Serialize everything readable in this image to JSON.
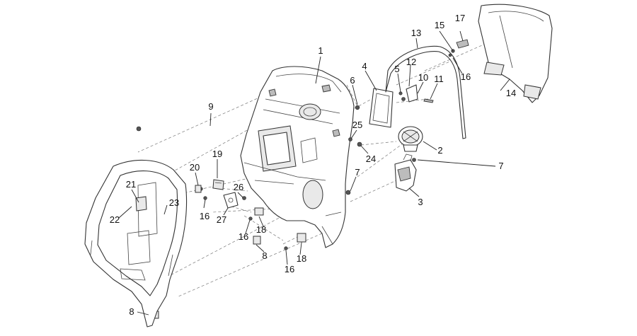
{
  "callouts": [
    "1",
    "2",
    "3",
    "4",
    "5",
    "6",
    "7",
    "7",
    "8",
    "8",
    "9",
    "10",
    "11",
    "12",
    "13",
    "14",
    "15",
    "16",
    "16",
    "16",
    "16",
    "17",
    "18",
    "18",
    "19",
    "20",
    "21",
    "22",
    "23",
    "24",
    "25",
    "26",
    "27"
  ],
  "colors": {
    "line": "#333333",
    "text": "#111111",
    "fill": "#e9e9e9",
    "background": "#ffffff"
  }
}
